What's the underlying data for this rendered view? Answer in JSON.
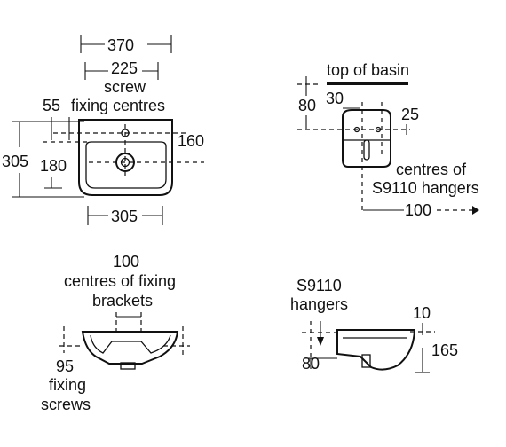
{
  "front_view": {
    "overall_width": "370",
    "screw_centres_value": "225",
    "screw_centres_line1": "screw",
    "screw_centres_line2": "fixing centres",
    "left_offset": "55",
    "overall_height": "305",
    "tap_height": "180",
    "hole_height": "160",
    "bowl_width": "305"
  },
  "side_view": {
    "top_label": "top of basin",
    "offset_vertical": "80",
    "offset_horizontal": "30",
    "hanger_offset": "25",
    "centres_line1": "centres of",
    "centres_line2": "S9110 hangers",
    "depth": "100"
  },
  "bracket_view": {
    "title_line1": "100",
    "title_line2": "centres of fixing",
    "title_line3": "brackets",
    "screws_value": "95",
    "screws_line1": "fixing",
    "screws_line2": "screws"
  },
  "hanger_view": {
    "title_line1": "S9110",
    "title_line2": "hangers",
    "top_offset": "10",
    "depth": "165",
    "bottom_offset": "80"
  }
}
